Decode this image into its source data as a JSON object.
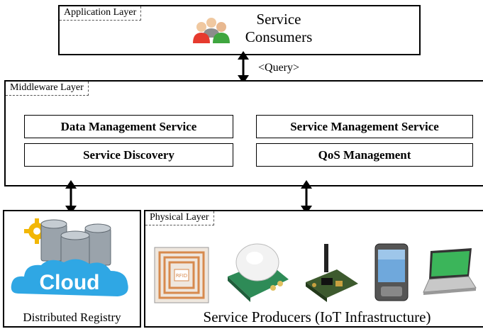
{
  "application": {
    "tag": "Application Layer",
    "title_line1": "Service",
    "title_line2": "Consumers",
    "icon": "users-icon"
  },
  "query_label": "<Query>",
  "middleware": {
    "tag": "Middleware Layer",
    "services": [
      "Data Management Service",
      "Service Management Service",
      "Service Discovery",
      "QoS Management"
    ]
  },
  "registry": {
    "cloud_label": "Cloud",
    "caption": "Distributed Registry",
    "icon": "database-cloud-icon"
  },
  "physical": {
    "tag": "Physical Layer",
    "caption": "Service Producers (IoT Infrastructure)",
    "device_icons": [
      "rfid-tag-icon",
      "pir-sensor-icon",
      "sensor-board-icon",
      "smartphone-icon",
      "laptop-icon"
    ]
  },
  "colors": {
    "cloud": "#2fa7e4",
    "database": "#9aa3ab",
    "rfid": "#d78a4e",
    "gear": "#f2b705"
  }
}
